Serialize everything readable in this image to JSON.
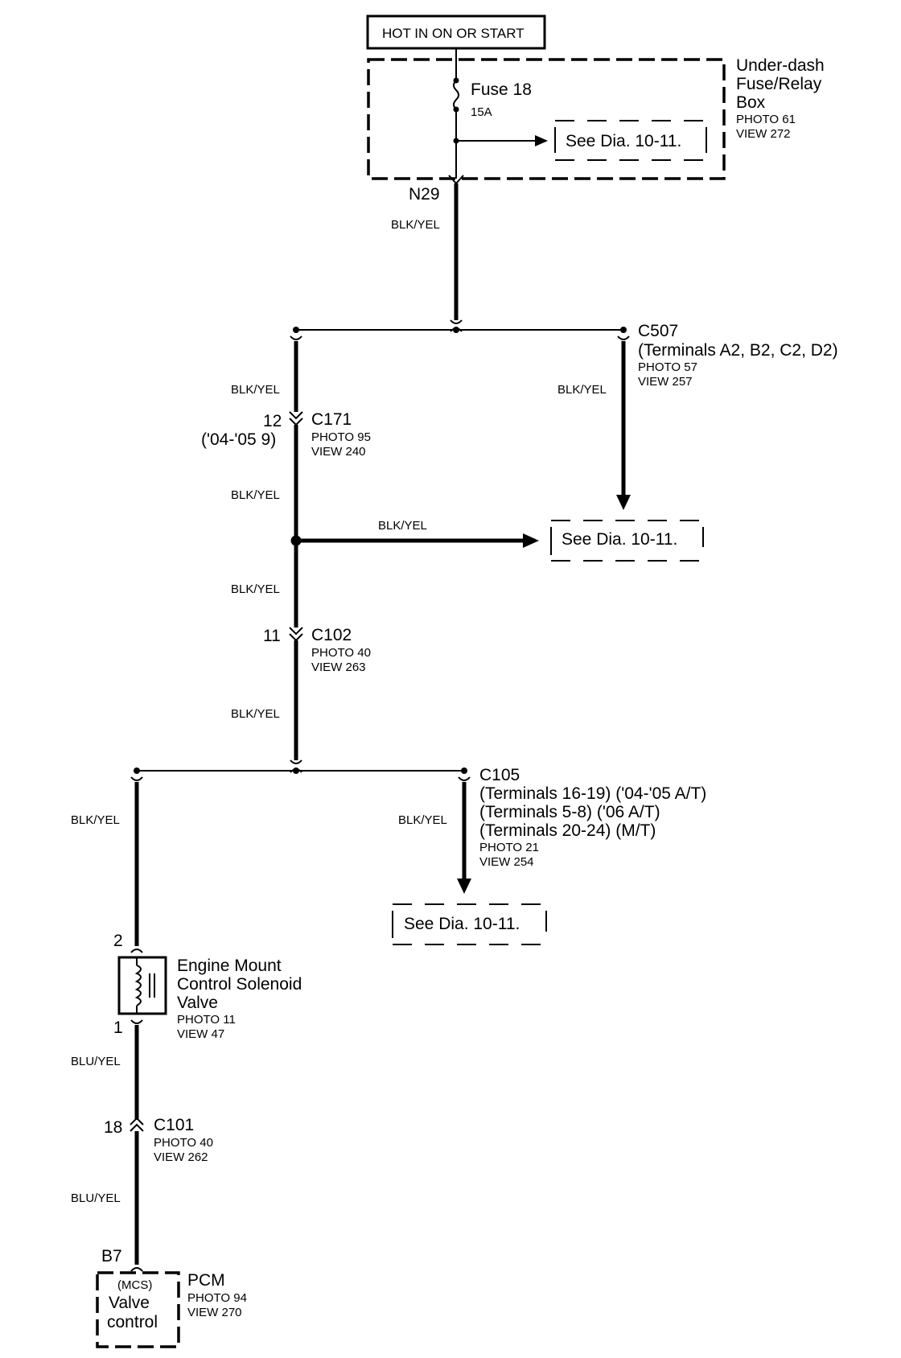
{
  "header": {
    "hot_label": "HOT IN ON OR START"
  },
  "fuse_box": {
    "name_line1": "Under-dash",
    "name_line2": "Fuse/Relay",
    "name_line3": "Box",
    "photo": "PHOTO 61",
    "view": "VIEW 272",
    "fuse_name": "Fuse 18",
    "fuse_rating": "15A",
    "terminal": "N29"
  },
  "wire_colors": {
    "blk_yel": "BLK/YEL",
    "blu_yel": "BLU/YEL"
  },
  "see_ref": "See Dia. 10-11.",
  "c507": {
    "name": "C507",
    "terminals": "(Terminals A2, B2, C2, D2)",
    "photo": "PHOTO 57",
    "view": "VIEW 257"
  },
  "c171": {
    "name": "C171",
    "pin": "12",
    "pin_alt": "('04-'05 9)",
    "photo": "PHOTO 95",
    "view": "VIEW 240"
  },
  "c102": {
    "name": "C102",
    "pin": "11",
    "photo": "PHOTO 40",
    "view": "VIEW 263"
  },
  "c105": {
    "name": "C105",
    "line1": "(Terminals 16-19) ('04-'05 A/T)",
    "line2": "(Terminals 5-8) ('06 A/T)",
    "line3": "(Terminals 20-24) (M/T)",
    "photo": "PHOTO 21",
    "view": "VIEW 254"
  },
  "solenoid": {
    "line1": "Engine Mount",
    "line2": "Control Solenoid",
    "line3": "Valve",
    "photo": "PHOTO 11",
    "view": "VIEW 47",
    "pin_top": "2",
    "pin_bottom": "1"
  },
  "c101": {
    "name": "C101",
    "pin": "18",
    "photo": "PHOTO 40",
    "view": "VIEW 262"
  },
  "pcm": {
    "name": "PCM",
    "photo": "PHOTO 94",
    "view": "VIEW 270",
    "pin": "B7",
    "mcs": "(MCS)",
    "valve": "Valve",
    "control": "control"
  }
}
